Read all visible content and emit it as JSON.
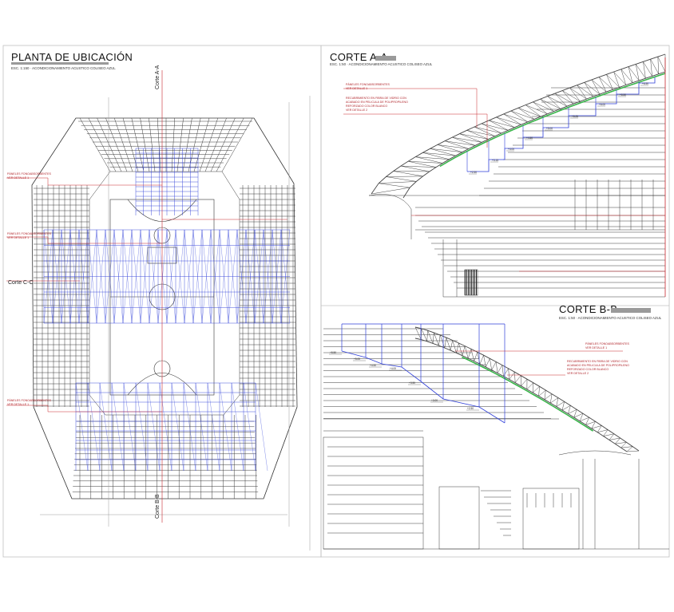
{
  "sheets": {
    "plan": {
      "title": "PLANTA DE UBICACIÓN",
      "scale": "ESC. 1:150 · ACONDICIONAMIENTO ACUSTICO COLISEO AZUL",
      "notes": {
        "n1a": "PÁNELES FONOABSORBENTES",
        "n1b": "VER DETALLE 1",
        "n2a": "PÁNELES FONOABSORBENTES",
        "n2b": "VER DETALLE 1",
        "n3a": "PÁNELES FONOABSORBENTES",
        "n3b": "VER DETALLE 1"
      },
      "cuts": {
        "aa": "Corte A-A",
        "bb": "Corte B-B",
        "cc": "Corte C-C"
      }
    },
    "section_aa": {
      "title": "CORTE A-A",
      "scale": "ESC. 1:50 · ACONDICIONAMIENTO ACUSTICO COLISEO AZUL",
      "notes": {
        "p1": "PÁNELES FONOABSORBENTES",
        "p2": "VER DETALLE 1",
        "r1": "RECUBRIMIENTO EN FIBRA DE VIDRIO CON",
        "r2": "ACABADO EN PELICULA DE POLIPROPILENO",
        "r3": "REFORZADO COLOR BLANCO",
        "r4": "VER DETALLE 2"
      },
      "levels": [
        "+2.50",
        "+3.15",
        "+4.00",
        "+4.50",
        "+5.00",
        "+5.25",
        "+6.00",
        "+5.50",
        "+6.50"
      ]
    },
    "section_bb": {
      "title": "CORTE B-B",
      "scale": "ESC. 1:50 · ACONDICIONAMIENTO ACUSTICO COLISEO AZUL",
      "notes": {
        "p1": "PÁNELES FONOABSORBENTES",
        "p2": "VER DETALLE 1",
        "r1": "RECUBRIMIENTO EN FIBRA DE VIDRIO CON",
        "r2": "ACABADO EN PELICULA DE POLIPROPILENO",
        "r3": "REFORZADO COLOR BLANCO",
        "r4": "VER DETALLE 2"
      },
      "levels": [
        "+5.50",
        "+5.00",
        "+4.50",
        "+4.00",
        "+3.50",
        "+3.00",
        "+2.50"
      ]
    }
  },
  "colors": {
    "line": "#3a3a3a",
    "panel": "#2f3fd8",
    "leader": "#c8282e",
    "green": "#39b54a",
    "border": "#bdbdbd"
  }
}
